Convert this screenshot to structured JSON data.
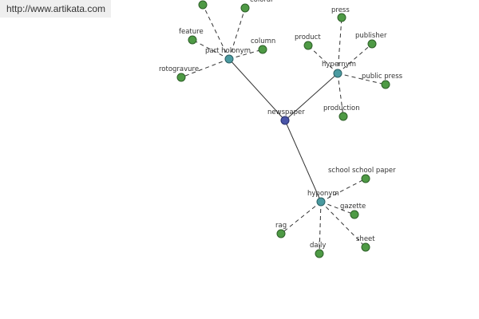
{
  "url": "http://www.artikata.com",
  "graph": {
    "root": "newspaper",
    "hubs": [
      "part holonym",
      "hypernym",
      "hyponym"
    ],
    "leaves": {
      "part_holonym": [
        "colorar",
        "feature",
        "column",
        "rotogravure"
      ],
      "hypernym": [
        "press",
        "product",
        "publisher",
        "public press",
        "production"
      ],
      "hyponym": [
        "school school paper",
        "gazette",
        "rag",
        "daily",
        "sheet"
      ]
    }
  },
  "colors": {
    "leaf": "#4e9a45",
    "hub": "#4a9aa0",
    "root": "#4a55a8"
  }
}
